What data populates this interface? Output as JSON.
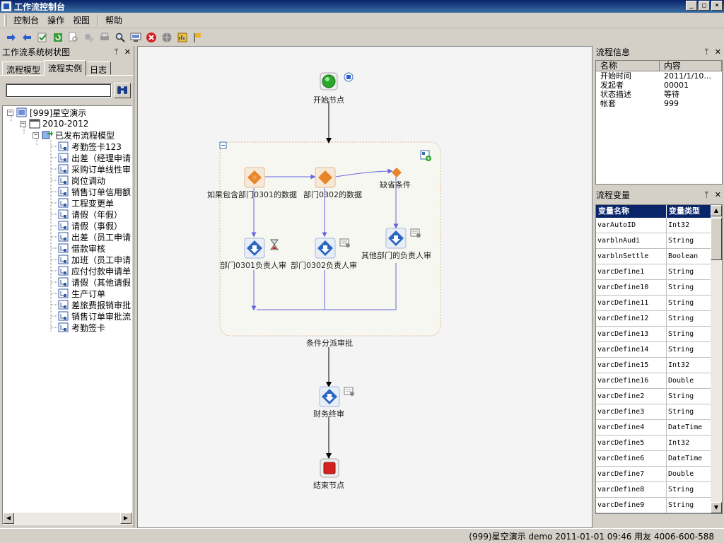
{
  "window": {
    "title": "工作流控制台",
    "buttons": [
      "_",
      "□",
      "×"
    ]
  },
  "menu": [
    "控制台",
    "操作",
    "视图",
    "帮助"
  ],
  "colors": {
    "title_bar": "#0a246a",
    "selection": "#0a246a",
    "connector": "#6666dd"
  },
  "left_panel": {
    "title": "工作流系统树状图",
    "tabs": [
      "流程模型",
      "流程实例",
      "日志"
    ],
    "active_tab": 1,
    "search_value": "",
    "tree": {
      "root": "[999]星空演示",
      "period": "2010-2012",
      "group": "已发布流程模型",
      "items": [
        "考勤签卡123",
        "出差（经理申请",
        "采购订单线性审",
        "岗位调动",
        "销售订单信用额",
        "工程变更单",
        "请假（年假）",
        "请假（事假）",
        "出差（员工申请",
        "借款审核",
        "加班（员工申请",
        "应付付款申请单",
        "请假（其他请假",
        "生产订单",
        "差旅费报销审批",
        "销售订单审批流",
        "考勤签卡"
      ]
    }
  },
  "workflow": {
    "start": "开始节点",
    "group_label": "条件分派审批",
    "cond1": "如果包含部门0301的数据",
    "cond2": "部门0302的数据",
    "cond3": "缺省条件",
    "act1": "部门0301负责人审",
    "act2": "部门0302负责人审",
    "act3": "其他部门的负责人审",
    "final": "财务终审",
    "end": "结束节点"
  },
  "info_panel": {
    "title": "流程信息",
    "headers": [
      "名称",
      "内容"
    ],
    "rows": [
      [
        "开始时间",
        "2011/1/10..."
      ],
      [
        "发起者",
        "00001"
      ],
      [
        "状态描述",
        "等待"
      ],
      [
        "帐套",
        "999"
      ]
    ]
  },
  "var_panel": {
    "title": "流程变量",
    "headers": [
      "变量名称",
      "变量类型"
    ],
    "rows": [
      [
        "varAutoID",
        "Int32"
      ],
      [
        "varblnAudi",
        "String"
      ],
      [
        "varblnSettle",
        "Boolean"
      ],
      [
        "varcDefine1",
        "String"
      ],
      [
        "varcDefine10",
        "String"
      ],
      [
        "varcDefine11",
        "String"
      ],
      [
        "varcDefine12",
        "String"
      ],
      [
        "varcDefine13",
        "String"
      ],
      [
        "varcDefine14",
        "String"
      ],
      [
        "varcDefine15",
        "Int32"
      ],
      [
        "varcDefine16",
        "Double"
      ],
      [
        "varcDefine2",
        "String"
      ],
      [
        "varcDefine3",
        "String"
      ],
      [
        "varcDefine4",
        "DateTime"
      ],
      [
        "varcDefine5",
        "Int32"
      ],
      [
        "varcDefine6",
        "DateTime"
      ],
      [
        "varcDefine7",
        "Double"
      ],
      [
        "varcDefine8",
        "String"
      ],
      [
        "varcDefine9",
        "String"
      ]
    ]
  },
  "status": "(999)星空演示 demo 2011-01-01 09:46 用友 4006-600-588"
}
